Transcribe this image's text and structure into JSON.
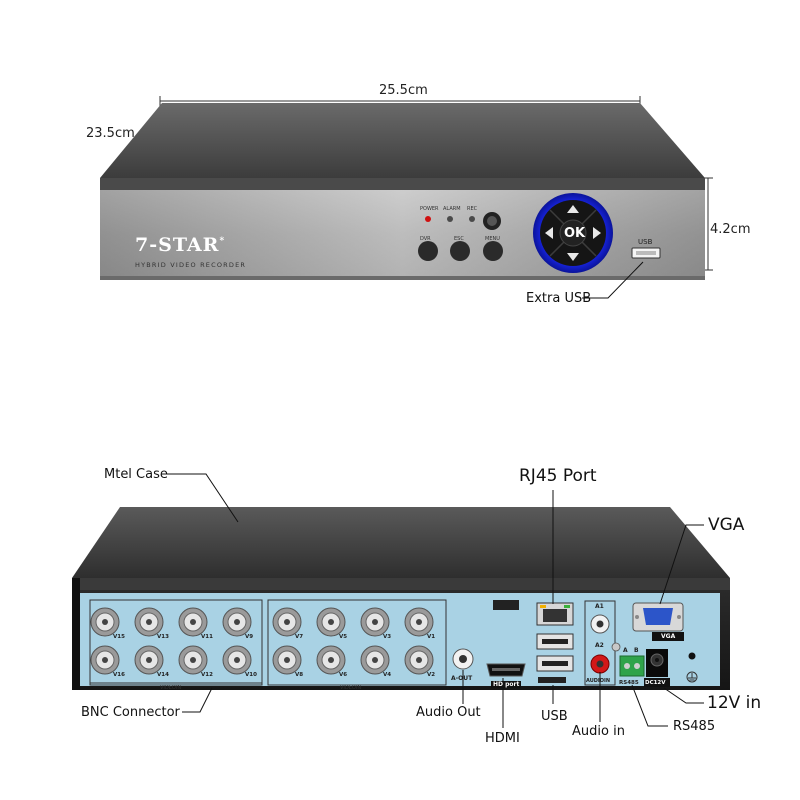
{
  "front": {
    "dim_width": "25.5cm",
    "dim_depth": "23.5cm",
    "dim_height": "4.2cm",
    "brand": "7-STAR",
    "brand_mark": "*",
    "subtitle": "HYBRID  VIDEO  RECORDER",
    "led_labels": [
      "POWER",
      "ALARM",
      "REC"
    ],
    "button_labels": [
      "DVR",
      "ESC",
      "MENU"
    ],
    "ok_label": "OK",
    "usb_label": "USB",
    "callout_extra_usb": "Extra USB"
  },
  "rear": {
    "callout_case": "Mtel Case",
    "callout_rj45": "RJ45 Port",
    "callout_vga": "VGA",
    "callout_bnc": "BNC Connector",
    "callout_audio_out": "Audio Out",
    "callout_hdmi": "HDMI",
    "callout_usb": "USB",
    "callout_audio_in": "Audio in",
    "callout_rs485": "RS485",
    "callout_12v": "12V in",
    "bnc_group1_top": [
      "V15",
      "V13",
      "V11",
      "V9"
    ],
    "bnc_group1_bottom": [
      "V16",
      "V14",
      "V12",
      "V10"
    ],
    "bnc_group2_top": [
      "V7",
      "V5",
      "V3",
      "V1"
    ],
    "bnc_group2_bottom": [
      "V8",
      "V6",
      "V4",
      "V2"
    ],
    "video_in_label": "VIDEOIN",
    "aout_label": "A-OUT",
    "hdmi_port_label": "HD port",
    "a1_label": "A1",
    "a2_label": "A2",
    "audio_in_port_label": "AUDIOIN",
    "vga_port_label": "VGA",
    "ab_labels": [
      "A",
      "B"
    ],
    "rs485_port_label": "RS485",
    "dc_label": "DC12V"
  }
}
